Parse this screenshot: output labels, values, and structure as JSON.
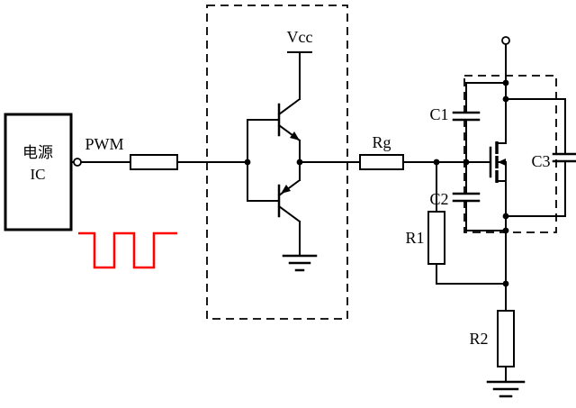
{
  "diagram": {
    "background": "#ffffff",
    "colors": {
      "wire": "#000000",
      "waveform": "#ff0000"
    },
    "labels": {
      "power_ic_line1": "电源",
      "power_ic_line2": "IC",
      "pwm": "PWM",
      "vcc": "Vcc",
      "rg": "Rg",
      "c1": "C1",
      "c2": "C2",
      "c3": "C3",
      "r1": "R1",
      "r2": "R2"
    }
  }
}
